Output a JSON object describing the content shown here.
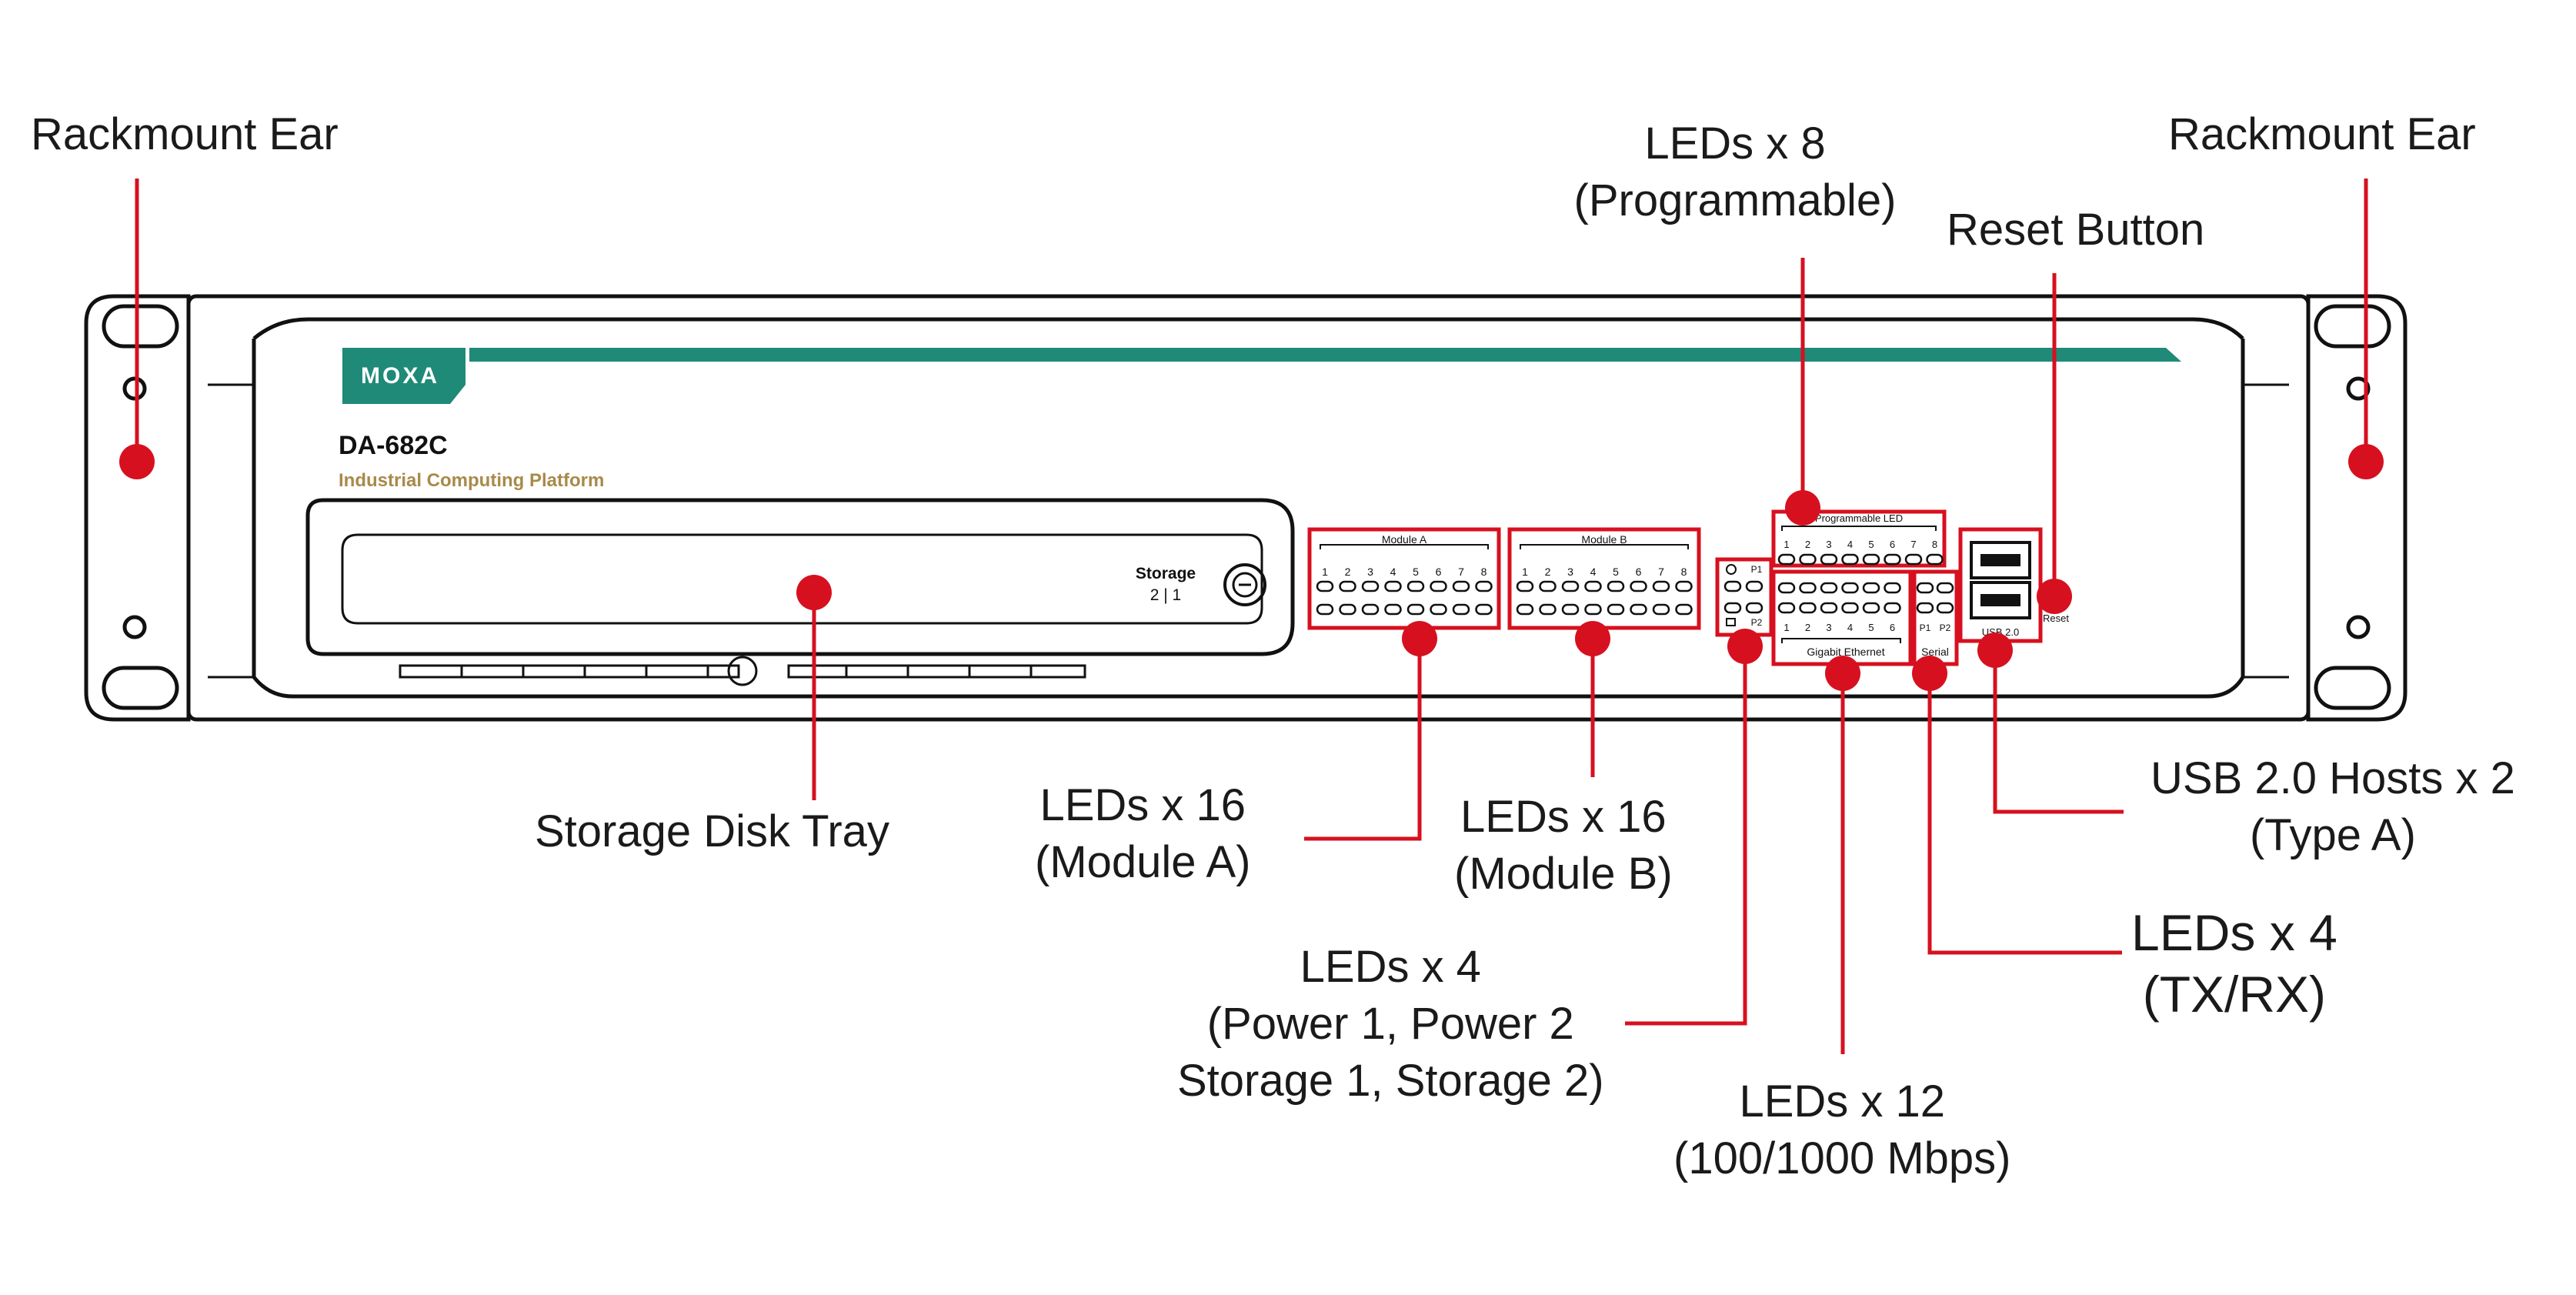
{
  "device": {
    "brand": "MOXA",
    "model": "DA-682C",
    "subtitle": "Industrial Computing Platform",
    "storage_label": "Storage",
    "storage_slots": "2 | 1",
    "module_a_label": "Module A",
    "module_b_label": "Module B",
    "programmable_led_label": "Programmable LED",
    "gigabit_label": "Gigabit Ethernet",
    "serial_label": "Serial",
    "usb_label": "USB 2.0",
    "reset_label": "Reset",
    "p1": "P1",
    "p2": "P2",
    "led_numbers_8": [
      "1",
      "2",
      "3",
      "4",
      "5",
      "6",
      "7",
      "8"
    ],
    "led_numbers_6": [
      "1",
      "2",
      "3",
      "4",
      "5",
      "6"
    ]
  },
  "callouts": {
    "rackmount_left": [
      "Rackmount Ear"
    ],
    "rackmount_right": [
      "Rackmount Ear"
    ],
    "programmable": [
      "LEDs x 8",
      "(Programmable)"
    ],
    "reset": [
      "Reset Button"
    ],
    "storage_tray": [
      "Storage Disk Tray"
    ],
    "module_a": [
      "LEDs x 16",
      "(Module A)"
    ],
    "module_b": [
      "LEDs x 16",
      "(Module B)"
    ],
    "usb": [
      "USB 2.0 Hosts x 2",
      "(Type A)"
    ],
    "serial_leds": [
      "LEDs x 4",
      "(TX/RX)"
    ],
    "power_leds": [
      "LEDs x 4",
      "(Power 1, Power 2",
      "Storage 1, Storage 2)"
    ],
    "ethernet_leds": [
      "LEDs x 12",
      "(100/1000 Mbps)"
    ]
  },
  "colors": {
    "callout_red": "#d7101f",
    "moxa_teal": "#1f8a78",
    "subtitle_gold": "#a88a4a",
    "outline": "#111111"
  }
}
